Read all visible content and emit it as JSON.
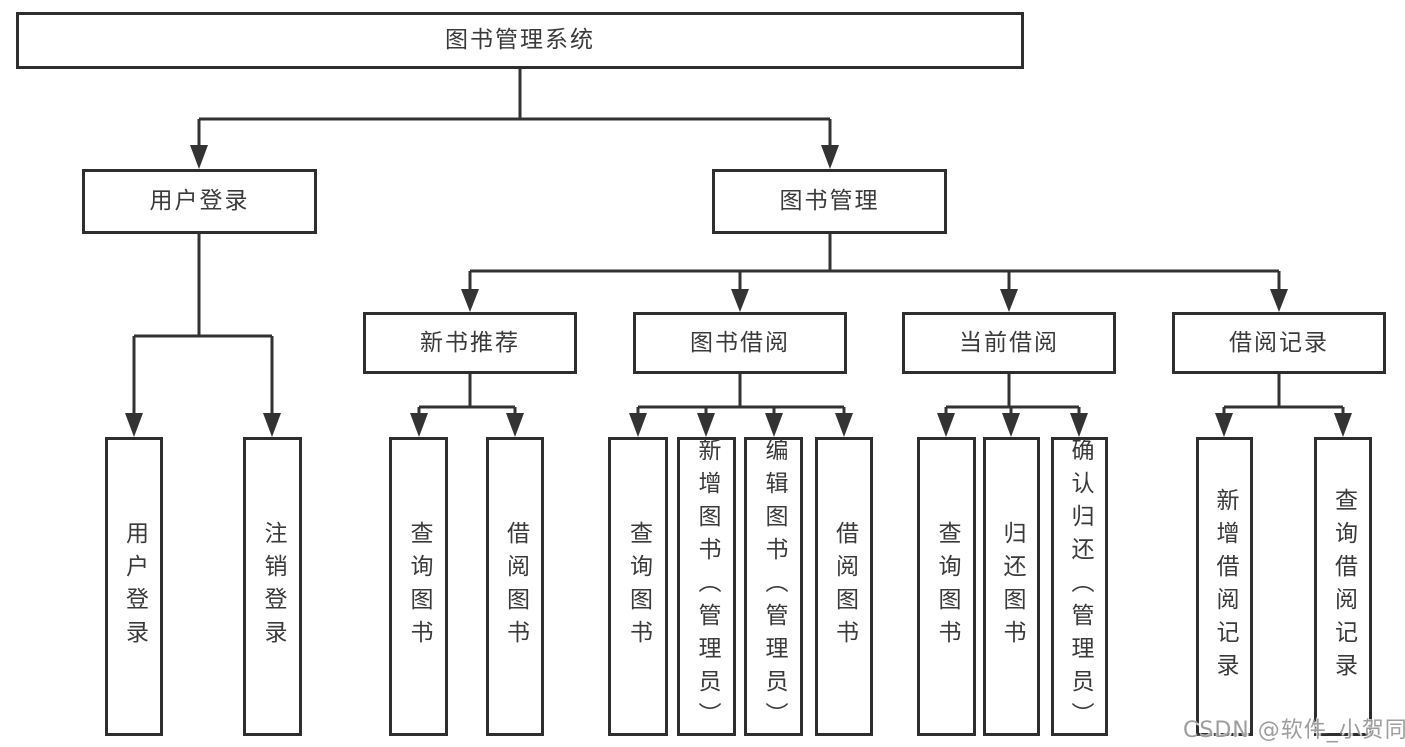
{
  "diagram_type": "hierarchy-tree",
  "tree": {
    "label": "图书管理系统",
    "children": [
      {
        "label": "用户登录",
        "children": [
          {
            "label": "用户登录"
          },
          {
            "label": "注销登录"
          }
        ]
      },
      {
        "label": "图书管理",
        "children": [
          {
            "label": "新书推荐",
            "children": [
              {
                "label": "查询图书"
              },
              {
                "label": "借阅图书"
              }
            ]
          },
          {
            "label": "图书借阅",
            "children": [
              {
                "label": "查询图书"
              },
              {
                "label": "新增图书（管理员）"
              },
              {
                "label": "编辑图书（管理员）"
              },
              {
                "label": "借阅图书"
              }
            ]
          },
          {
            "label": "当前借阅",
            "children": [
              {
                "label": "查询图书"
              },
              {
                "label": "归还图书"
              },
              {
                "label": "确认归还（管理员）"
              }
            ]
          },
          {
            "label": "借阅记录",
            "children": [
              {
                "label": "新增借阅记录"
              },
              {
                "label": "查询借阅记录"
              }
            ]
          }
        ]
      }
    ]
  },
  "watermark": {
    "text": "CSDN @软件_小贺同学"
  },
  "colors": {
    "line": "#333333",
    "box_border": "#2e2e2e",
    "text": "#3a3a3a",
    "box_background": "#ffffff",
    "page_background": "#ffffff",
    "watermark": "#9e9e9e"
  }
}
